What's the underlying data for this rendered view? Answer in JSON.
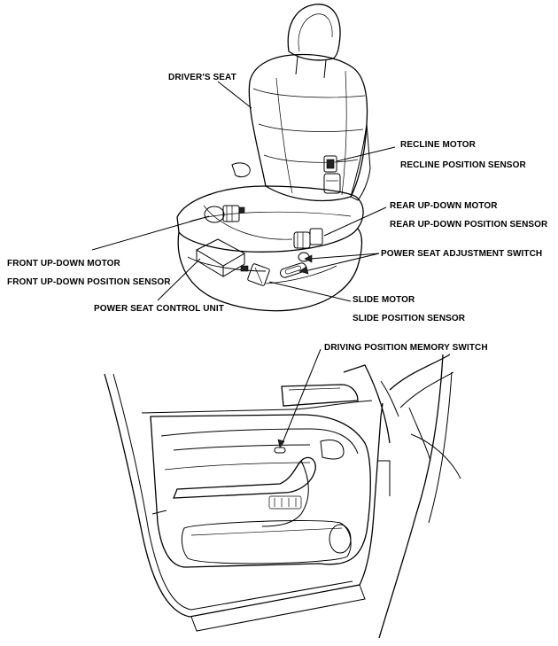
{
  "seat_labels": {
    "drivers_seat": "DRIVER'S SEAT",
    "recline_motor": "RECLINE MOTOR",
    "recline_position_sensor": "RECLINE POSITION SENSOR",
    "rear_up_down_motor": "REAR UP-DOWN MOTOR",
    "rear_up_down_position_sensor": "REAR UP-DOWN POSITION SENSOR",
    "power_seat_adjustment_switch": "POWER SEAT ADJUSTMENT SWITCH",
    "front_up_down_motor": "FRONT UP-DOWN MOTOR",
    "front_up_down_position_sensor": "FRONT UP-DOWN POSITION SENSOR",
    "slide_motor": "SLIDE MOTOR",
    "slide_position_sensor": "SLIDE POSITION SENSOR",
    "power_seat_control_unit": "POWER SEAT CONTROL UNIT"
  },
  "door_labels": {
    "driving_position_memory_switch": "DRIVING POSITION MEMORY SWITCH"
  }
}
